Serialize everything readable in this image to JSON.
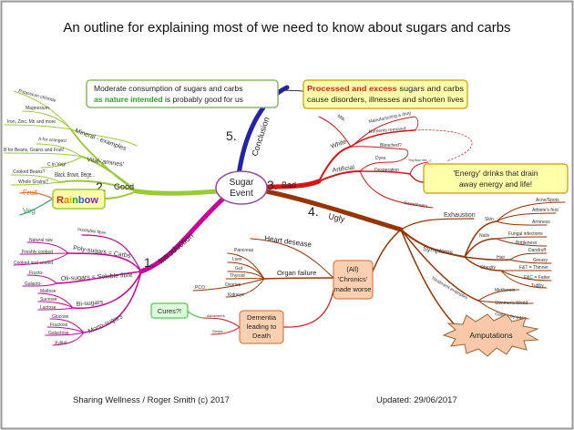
{
  "title": "An outline for explaining most of we need to know about sugars and carbs",
  "center": {
    "line1": "Sugar",
    "line2": "Event"
  },
  "colors": {
    "good": "#99cc33",
    "intro": "#cc0099",
    "conclusion": "#2222aa",
    "bad": "#dd1111",
    "ugly": "#993300"
  },
  "conclusion": {
    "number": "5.",
    "label": "Conclusion",
    "green_box": {
      "line1": "Moderate consumption of sugars and carbs",
      "line2_highlight": "as nature intended",
      "line2_rest": " is probably good for us"
    },
    "yellow_box": {
      "line1_highlight": "Processed and excess",
      "line1_rest": " sugars and carbs",
      "line2": "cause disorders, illnesses and shorten lives"
    }
  },
  "good": {
    "number": "2.",
    "label": "Good",
    "mineral": {
      "label": "Mineral - examples",
      "items": [
        "Potassium chloride",
        "Magnesium",
        "Iron, Zinc, Mn and more"
      ]
    },
    "vital": {
      "label": "Vital-'amines'",
      "items": [
        "A for oranges!",
        "B for Beans, Grains and Fruit!",
        "C in Veg!"
      ]
    },
    "bbb": {
      "label": "Black, Brown, Beige...",
      "items": [
        "Cooked Beans?",
        "Whole Grains?"
      ]
    },
    "rainbow": {
      "letters": [
        "R",
        "a",
        "i",
        "n",
        "b",
        "o",
        "w"
      ],
      "letter_colors": [
        "#e02020",
        "#f08000",
        "#d0c000",
        "#20a020",
        "#2060e0",
        "#6030c0",
        "#a020a0"
      ],
      "items": [
        "Fruit",
        "Veg"
      ]
    }
  },
  "intro": {
    "number": "1.",
    "label": "Introduction",
    "insoluble": "Insoluble fibre",
    "poly": {
      "label": "Poly-sugars = Carbs",
      "items": [
        "Natural raw",
        "Freshly cooked",
        "Cooked and cooled"
      ]
    },
    "oli": {
      "label": "Oli-sugars = Soluble fibre",
      "items": [
        "Fructo-",
        "Galacto-"
      ]
    },
    "bi": {
      "label": "Bi-sugars",
      "items": [
        "Maltose",
        "Sucrose",
        "Lactose"
      ]
    },
    "mono": {
      "label": "Mono-sugars",
      "items": [
        "Glucose",
        "Fructose",
        "Galactose",
        "Xylitol"
      ]
    }
  },
  "bad": {
    "number": "3.",
    "label": "Bad",
    "white": {
      "label": "White",
      "items": [
        "Milk",
        "Manufacturing a drug",
        "Nutrients removed",
        "Bleached?"
      ]
    },
    "artificial": {
      "label": "Artificial",
      "items": [
        "Dyes",
        "Desperation",
        "Sweeteners"
      ],
      "tiny": "Tiny flour lies :-("
    },
    "energy_box": {
      "line1": "'Energy' drinks that drain",
      "line2": "away energy and life!"
    }
  },
  "ugly": {
    "number": "4.",
    "label": "Ugly",
    "exhaustion": "Exhaustion",
    "symptoms": {
      "label": "Symptoms",
      "skin": {
        "label": "Skin",
        "items": [
          "Acne/Spots",
          "Athlete's foot",
          "Armness"
        ]
      },
      "nails": {
        "label": "Nails",
        "items": [
          "Fungal infections",
          "Brittleness"
        ]
      },
      "hair": {
        "label": "Hair",
        "items": [
          "Dandruff",
          "Greasy"
        ]
      },
      "obesity": {
        "label": "Obesity",
        "items": [
          "F&T = Thinner",
          "F&C = Fatter",
          "Tubby"
        ]
      }
    },
    "treatment": {
      "label": "Treatment examples",
      "items": [
        "Metformin",
        "Slimmer's World",
        "Gastric by-pass"
      ]
    },
    "amputations": "Amputations",
    "chronics": {
      "line1": "(All)",
      "line2": "'Chronics'",
      "line3": "made worse"
    },
    "heart": "Heart desease",
    "organ": {
      "label": "Organ failure",
      "items": [
        "Pancreas",
        "Liver",
        "Gut",
        "Thyroid",
        "Ovaries",
        "Kidneys"
      ],
      "pco": "PCO"
    },
    "dementia": {
      "line1": "Dementia",
      "line2": "leading to",
      "line3": "Death",
      "items": [
        "Alzheimers",
        "Stroke"
      ]
    },
    "cures": "Cures?!"
  },
  "footer": {
    "left": "Sharing Wellness / Roger Smith  (c) 2017",
    "right": "Updated: 29/06/2017"
  }
}
